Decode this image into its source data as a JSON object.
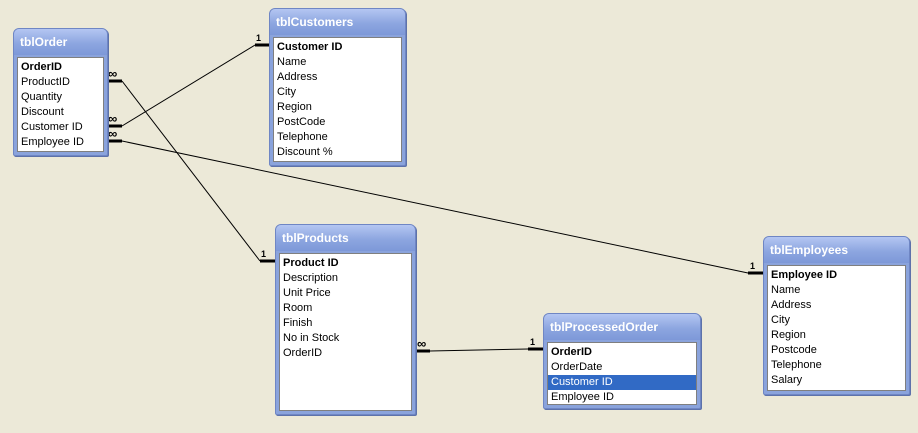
{
  "tables": {
    "order": {
      "title": "tblOrder",
      "fields": [
        "OrderID",
        "ProductID",
        "Quantity",
        "Discount",
        "Customer ID",
        "Employee ID"
      ]
    },
    "customers": {
      "title": "tblCustomers",
      "fields": [
        "Customer ID",
        "Name",
        "Address",
        "City",
        "Region",
        "PostCode",
        "Telephone",
        "Discount %"
      ]
    },
    "products": {
      "title": "tblProducts",
      "fields": [
        "Product ID",
        "Description",
        "Unit Price",
        "Room",
        "Finish",
        "No in Stock",
        "OrderID"
      ]
    },
    "processed": {
      "title": "tblProcessedOrder",
      "fields": [
        "OrderID",
        "OrderDate",
        "Customer ID",
        "Employee ID"
      ],
      "selected_field": "Customer ID"
    },
    "employees": {
      "title": "tblEmployees",
      "fields": [
        "Employee ID",
        "Name",
        "Address",
        "City",
        "Region",
        "Postcode",
        "Telephone",
        "Salary"
      ]
    }
  },
  "relationships": {
    "one_symbol": "1",
    "many_symbol": "∞",
    "links": [
      {
        "from": "tblOrder.Customer ID",
        "to": "tblCustomers.Customer ID"
      },
      {
        "from": "tblOrder.ProductID",
        "to": "tblProducts.Product ID"
      },
      {
        "from": "tblOrder.Employee ID",
        "to": "tblEmployees.Employee ID"
      },
      {
        "from": "tblProducts.OrderID",
        "to": "tblProcessedOrder.OrderID"
      }
    ]
  },
  "colors": {
    "background": "#ece9d8",
    "window_frame": "#8aa3dc",
    "title_text": "#ffffff",
    "selection": "#316ac5"
  }
}
